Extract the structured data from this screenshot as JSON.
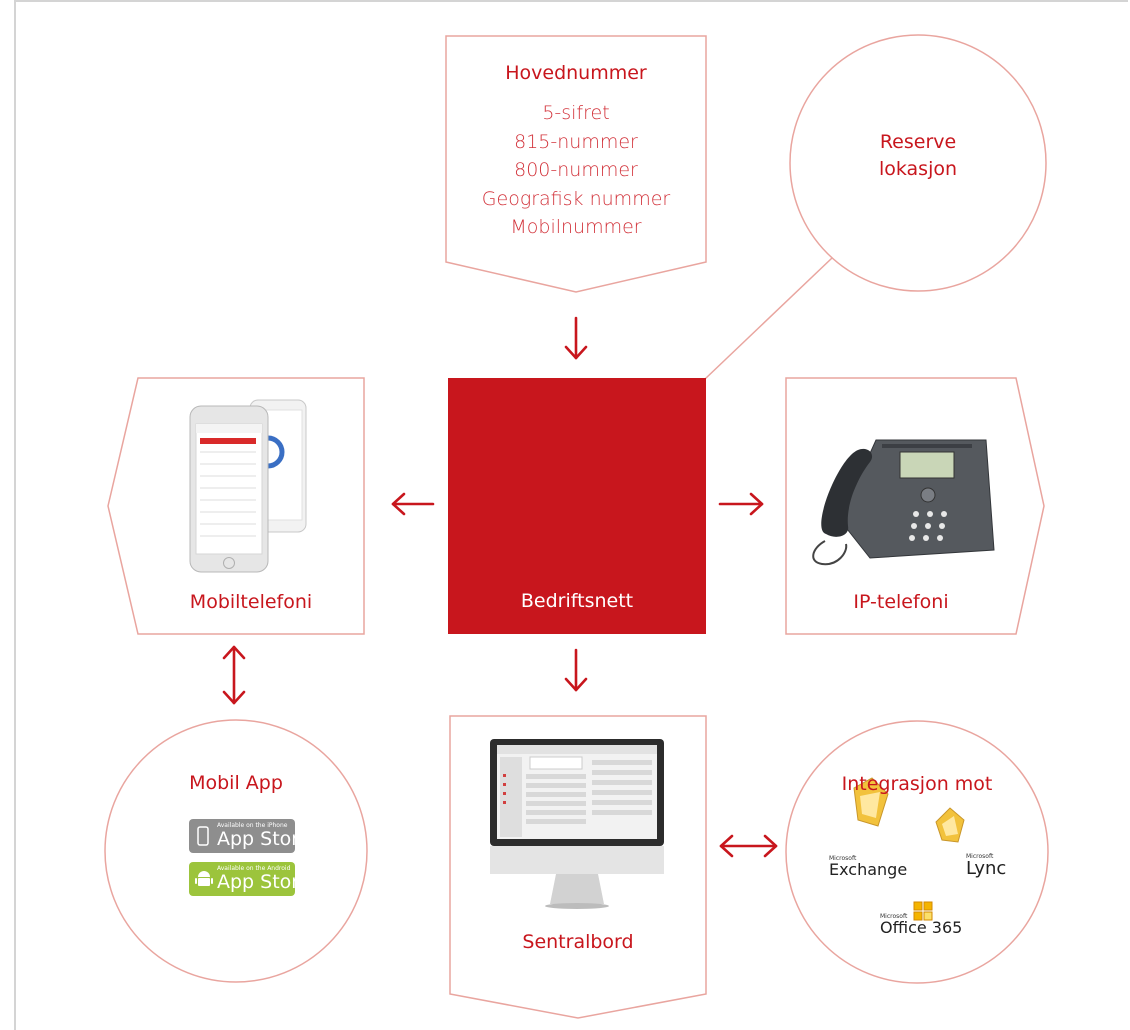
{
  "nodes": {
    "hovednummer": {
      "title": "Hovednummer",
      "items": [
        "5-sifret",
        "815-nummer",
        "800-nummer",
        "Geografisk nummer",
        "Mobilnummer"
      ]
    },
    "reserve": {
      "line1": "Reserve",
      "line2": "lokasjon"
    },
    "center": {
      "label": "Bedriftsnett"
    },
    "mobiltelefoni": {
      "label": "Mobiltelefoni"
    },
    "ip": {
      "label": "IP-telefoni"
    },
    "mobilapp": {
      "title": "Mobil App",
      "ios_badge_small": "Available on the iPhone",
      "ios_badge_big": "App Store",
      "android_badge_small": "Available on the Android",
      "android_badge_big": "App Store"
    },
    "sentralbord": {
      "label": "Sentralbord"
    },
    "integrasjon": {
      "title": "Integrasjon mot",
      "exchange_small": "Microsoft",
      "exchange": "Exchange",
      "lync_small": "Microsoft",
      "lync": "Lync",
      "office_small": "Microsoft",
      "office": "Office 365"
    }
  },
  "colors": {
    "accent": "#c8161d",
    "outline": "#e9a59f",
    "ios_badge": "#8e8e8e",
    "android_badge": "#9cc43c"
  }
}
